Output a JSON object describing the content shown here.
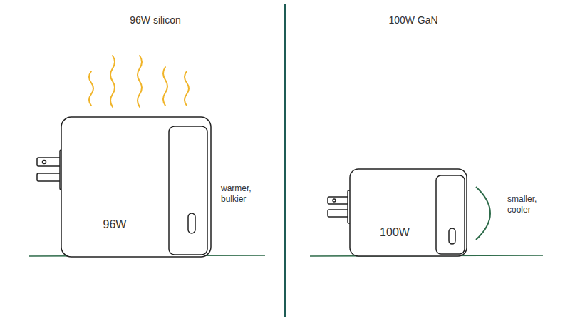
{
  "diagram": {
    "nodes": [
      {
        "text": [
          "96W"
        ]
      },
      {
        "text": [
          "100W"
        ]
      }
    ],
    "labels": [
      "96W silicon",
      "warmer, bulkier",
      "100W GaN",
      "smaller, cooler"
    ]
  }
}
